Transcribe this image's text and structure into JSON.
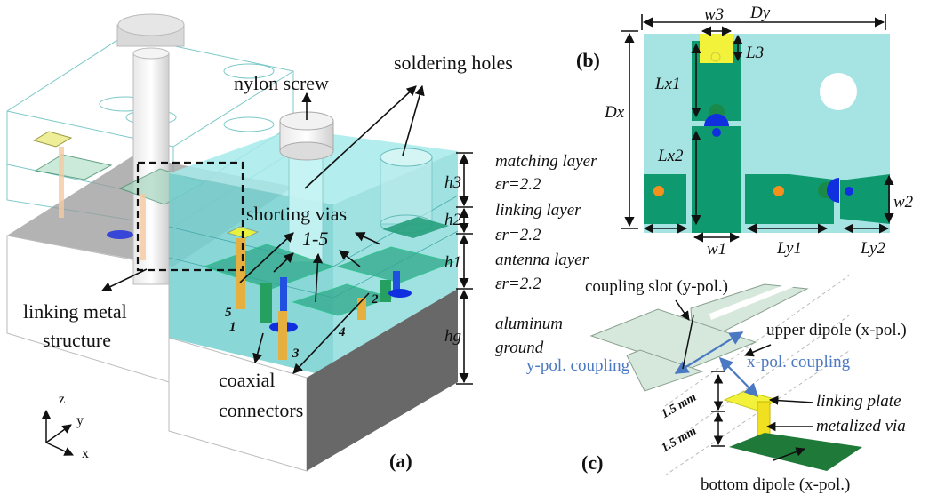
{
  "figure": {
    "panels": {
      "a": {
        "label": "(a)",
        "callouts": {
          "nylon_screw": "nylon screw",
          "soldering_holes": "soldering holes",
          "shorting_vias": "shorting vias",
          "shorting_vias_range": "1-5",
          "linking_metal_structure_line1": "linking metal",
          "linking_metal_structure_line2": "structure",
          "coaxial_connectors_line1": "coaxial",
          "coaxial_connectors_line2": "connectors"
        },
        "via_numbers": [
          "1",
          "2",
          "3",
          "4",
          "5"
        ],
        "layers": [
          {
            "dim": "h3",
            "name": "matching layer",
            "permittivity": "εr=2.2"
          },
          {
            "dim": "h2",
            "name": "linking layer",
            "permittivity": "εr=2.2"
          },
          {
            "dim": "h1",
            "name": "antenna layer",
            "permittivity": "εr=2.2"
          },
          {
            "dim": "hg",
            "name_line1": "aluminum",
            "name_line2": "ground"
          }
        ],
        "axes": {
          "z": "z",
          "y": "y",
          "x": "x"
        }
      },
      "b": {
        "label": "(b)",
        "dimensions": {
          "Dy": "Dy",
          "Dx": "Dx",
          "w3": "w3",
          "L3": "L3",
          "Lx1": "Lx1",
          "Lx2": "Lx2",
          "w1": "w1",
          "w2": "w2",
          "Ly1": "Ly1",
          "Ly2": "Ly2"
        }
      },
      "c": {
        "label": "(c)",
        "callouts": {
          "coupling_slot": "coupling slot (y-pol.)",
          "upper_dipole": "upper dipole (x-pol.)",
          "y_pol_coupling": "y-pol. coupling",
          "x_pol_coupling": "x-pol. coupling",
          "linking_plate": "linking plate",
          "metalized_via": "metalized via",
          "bottom_dipole": "bottom dipole (x-pol.)",
          "spacing_upper": "1.5 mm",
          "spacing_lower": "1.5 mm"
        }
      }
    },
    "colors": {
      "substrate": "#a8e6e6",
      "dipole_green": "#0e9a6e",
      "linking_plate_yellow": "#f2f23a",
      "feed_blue": "#1030e0",
      "via_orange": "#f0a030",
      "ground_gray": "#666666",
      "coupling_blue": "#4a78c2"
    }
  }
}
